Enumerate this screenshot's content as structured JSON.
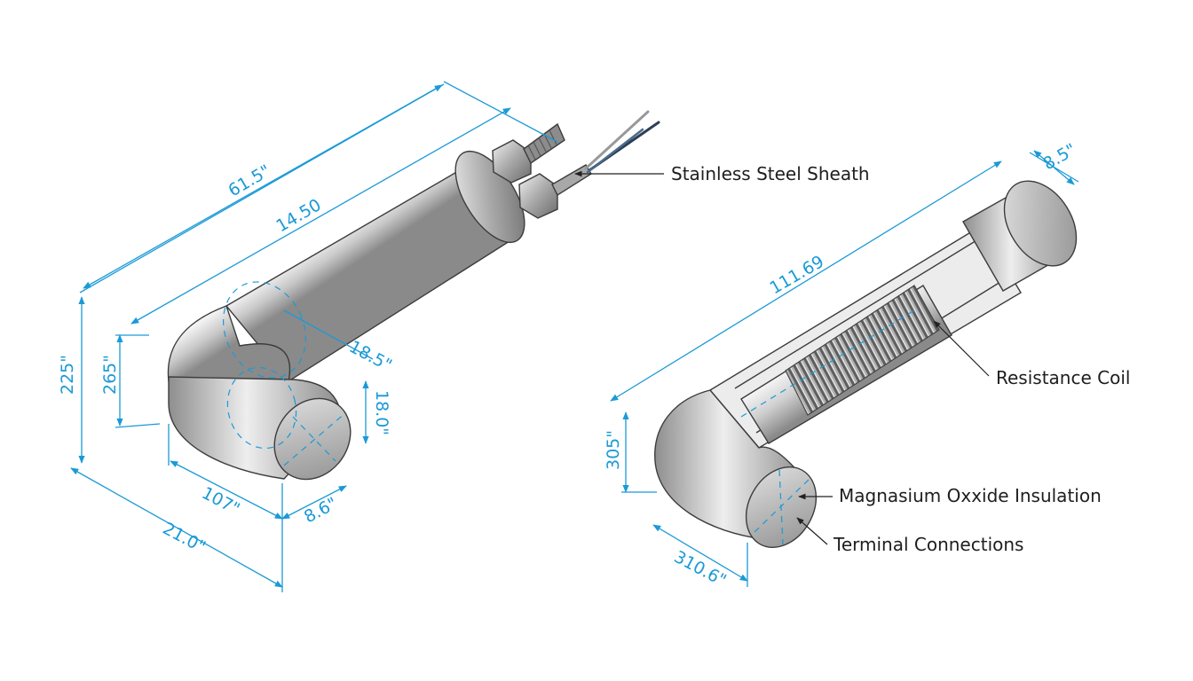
{
  "heater_left": {
    "dimensions": {
      "overall_length": "61.5\"",
      "tube_length": "14.50",
      "bend_radius": "18.5\"",
      "end_face_height": "18.0\"",
      "outer_height": "225\"",
      "inner_height": "265\"",
      "leg_length": "107\"",
      "end_diameter": "8.6\"",
      "base_length": "21.0\""
    },
    "callouts": {
      "sheath": "Stainless Steel Sheath"
    }
  },
  "heater_right": {
    "dimensions": {
      "overall_length": "111.69",
      "end_diameter": "8.5\"",
      "height": "305\"",
      "base_length": "310.6\""
    },
    "callouts": {
      "coil": "Resistance Coil",
      "insulation": "Magnasium Oxxide Insulation",
      "terminals": "Terminal Connections"
    }
  },
  "colors": {
    "dimension": "#1a9ad6",
    "metal_dark": "#7c7c7c",
    "metal_light": "#f2f2f2",
    "label": "#1e1e1e"
  }
}
